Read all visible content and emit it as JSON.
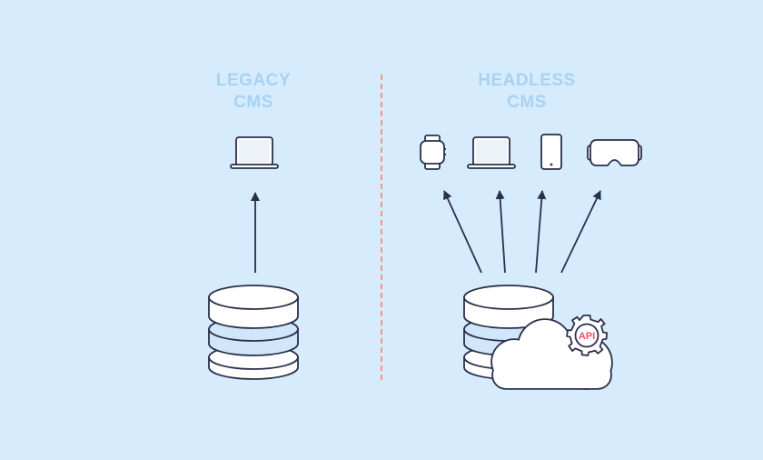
{
  "left_panel": {
    "title_line1": "LEGACY",
    "title_line2": "CMS"
  },
  "right_panel": {
    "title_line1": "HEADLESS",
    "title_line2": "CMS",
    "api_badge": "API",
    "devices": [
      "smartwatch-icon",
      "laptop-icon",
      "phone-icon",
      "vr-headset-icon"
    ]
  },
  "colors": {
    "background": "#d6ecfd",
    "title": "#a7d2f3",
    "stroke": "#2b2f4a",
    "divider": "#f0988e",
    "api_text": "#ec4e6a",
    "db_highlight": "#cfe6fb",
    "white": "#ffffff"
  }
}
